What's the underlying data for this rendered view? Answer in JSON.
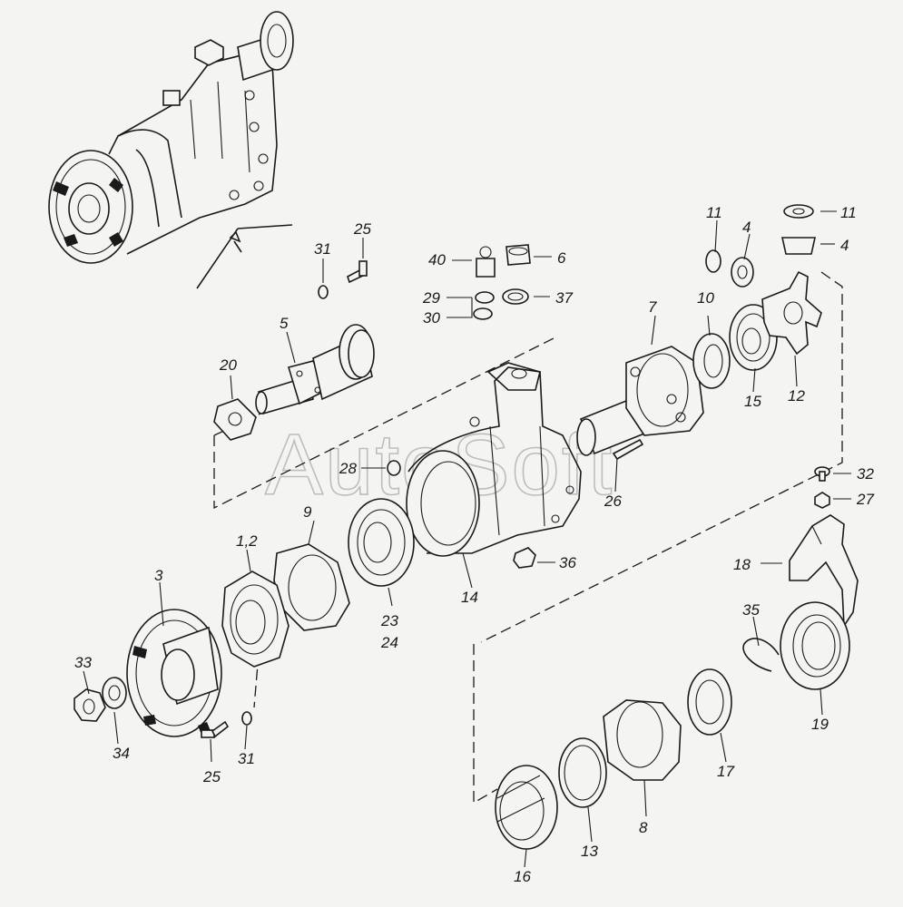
{
  "watermark": "AutoSoft",
  "labels": {
    "l1_2": "1,2",
    "l3": "3",
    "l4a": "4",
    "l4b": "4",
    "l5": "5",
    "l6": "6",
    "l7": "7",
    "l8": "8",
    "l9": "9",
    "l10": "10",
    "l11a": "11",
    "l11b": "11",
    "l12": "12",
    "l13": "13",
    "l14": "14",
    "l15": "15",
    "l16": "16",
    "l17": "17",
    "l18": "18",
    "l19": "19",
    "l20": "20",
    "l23": "23",
    "l24": "24",
    "l25a": "25",
    "l25b": "25",
    "l26": "26",
    "l27": "27",
    "l28": "28",
    "l29": "29",
    "l30": "30",
    "l31a": "31",
    "l31b": "31",
    "l32": "32",
    "l33": "33",
    "l34": "34",
    "l35": "35",
    "l36": "36",
    "l37": "37",
    "l40": "40"
  },
  "colors": {
    "ink": "#1a1a1a",
    "paper": "#f4f4f2",
    "watermark": "#bdbdbd"
  }
}
